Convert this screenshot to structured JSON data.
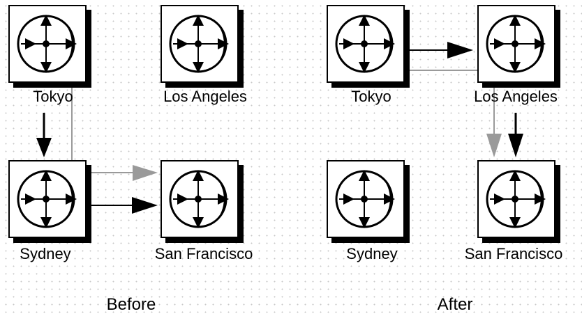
{
  "panels": {
    "before": {
      "caption": "Before",
      "nodes": {
        "tokyo": {
          "label": "Tokyo"
        },
        "los_angeles": {
          "label": "Los Angeles"
        },
        "sydney": {
          "label": "Sydney"
        },
        "san_francisco": {
          "label": "San Francisco"
        }
      }
    },
    "after": {
      "caption": "After",
      "nodes": {
        "tokyo": {
          "label": "Tokyo"
        },
        "los_angeles": {
          "label": "Los Angeles"
        },
        "sydney": {
          "label": "Sydney"
        },
        "san_francisco": {
          "label": "San Francisco"
        }
      }
    }
  },
  "icons": {
    "node": "router-compass-icon"
  },
  "colors": {
    "line": "#000000",
    "gray_line": "#9a9a9a",
    "grid_dot": "#c8c8c8"
  }
}
